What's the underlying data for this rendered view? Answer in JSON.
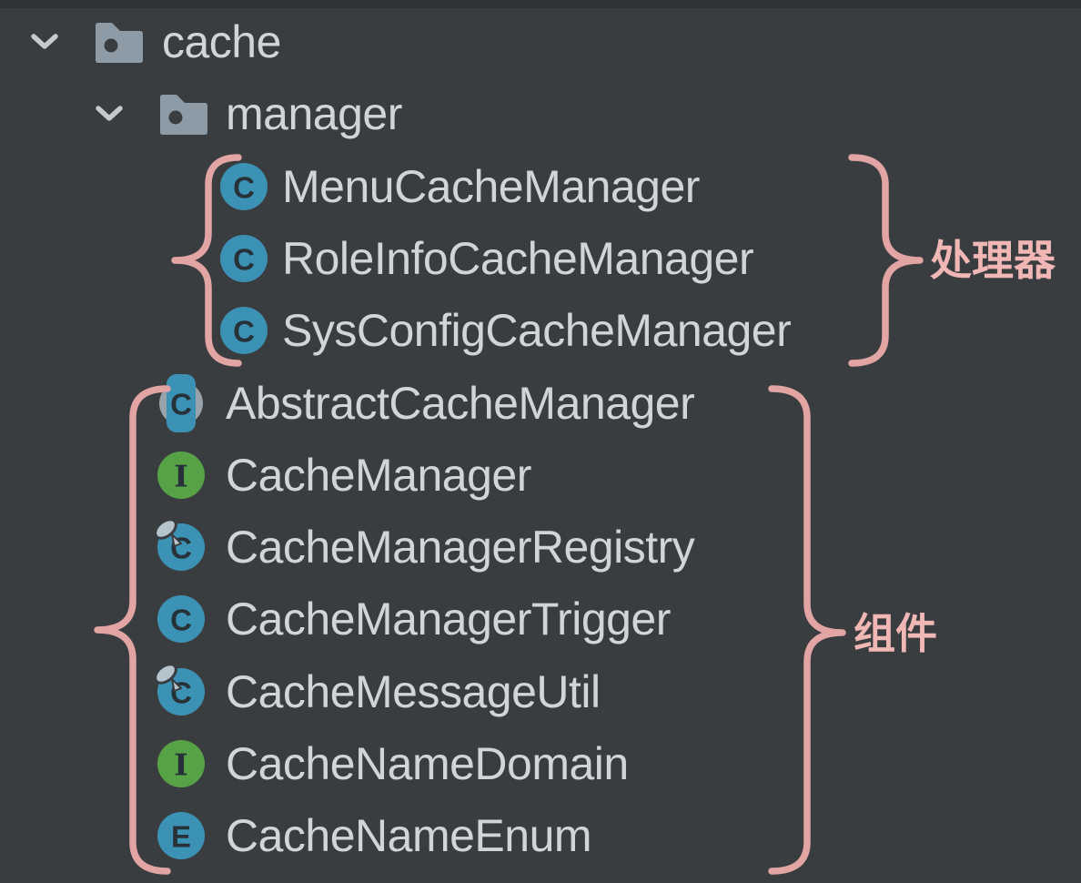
{
  "ui": {
    "background": "#3a3d40"
  },
  "colors": {
    "background": "#3a3d40",
    "row_text": "#d3d4d6",
    "folder": "#8c9ba6",
    "abstract_gray": "#98a2aa",
    "class_blue": "#3c92b5",
    "interface_green": "#57a147",
    "enum_blue": "#3c92b5",
    "icon_letter": "#263238",
    "chevron": "#c7c9cb",
    "pin": "#b5c4cd",
    "brace": "#e2a5a4",
    "brace_label": "#f0b7b5"
  },
  "tree": {
    "items": [
      {
        "label": "cache",
        "kind": "folder",
        "level": 1,
        "expanded": true
      },
      {
        "label": "manager",
        "kind": "folder",
        "level": 2,
        "expanded": true
      },
      {
        "label": "MenuCacheManager",
        "kind": "class",
        "level": 3,
        "final": false
      },
      {
        "label": "RoleInfoCacheManager",
        "kind": "class",
        "level": 3,
        "final": false
      },
      {
        "label": "SysConfigCacheManager",
        "kind": "class",
        "level": 3,
        "final": false
      },
      {
        "label": "AbstractCacheManager",
        "kind": "abstract-class",
        "level": 2,
        "final": false
      },
      {
        "label": "CacheManager",
        "kind": "interface",
        "level": 2,
        "final": false
      },
      {
        "label": "CacheManagerRegistry",
        "kind": "class",
        "level": 2,
        "final": true
      },
      {
        "label": "CacheManagerTrigger",
        "kind": "class",
        "level": 2,
        "final": false
      },
      {
        "label": "CacheMessageUtil",
        "kind": "class",
        "level": 2,
        "final": true
      },
      {
        "label": "CacheNameDomain",
        "kind": "interface",
        "level": 2,
        "final": false
      },
      {
        "label": "CacheNameEnum",
        "kind": "enum",
        "level": 2,
        "final": false
      }
    ]
  },
  "annotations": {
    "handler_group_label": "处理器",
    "component_group_label": "组件"
  }
}
